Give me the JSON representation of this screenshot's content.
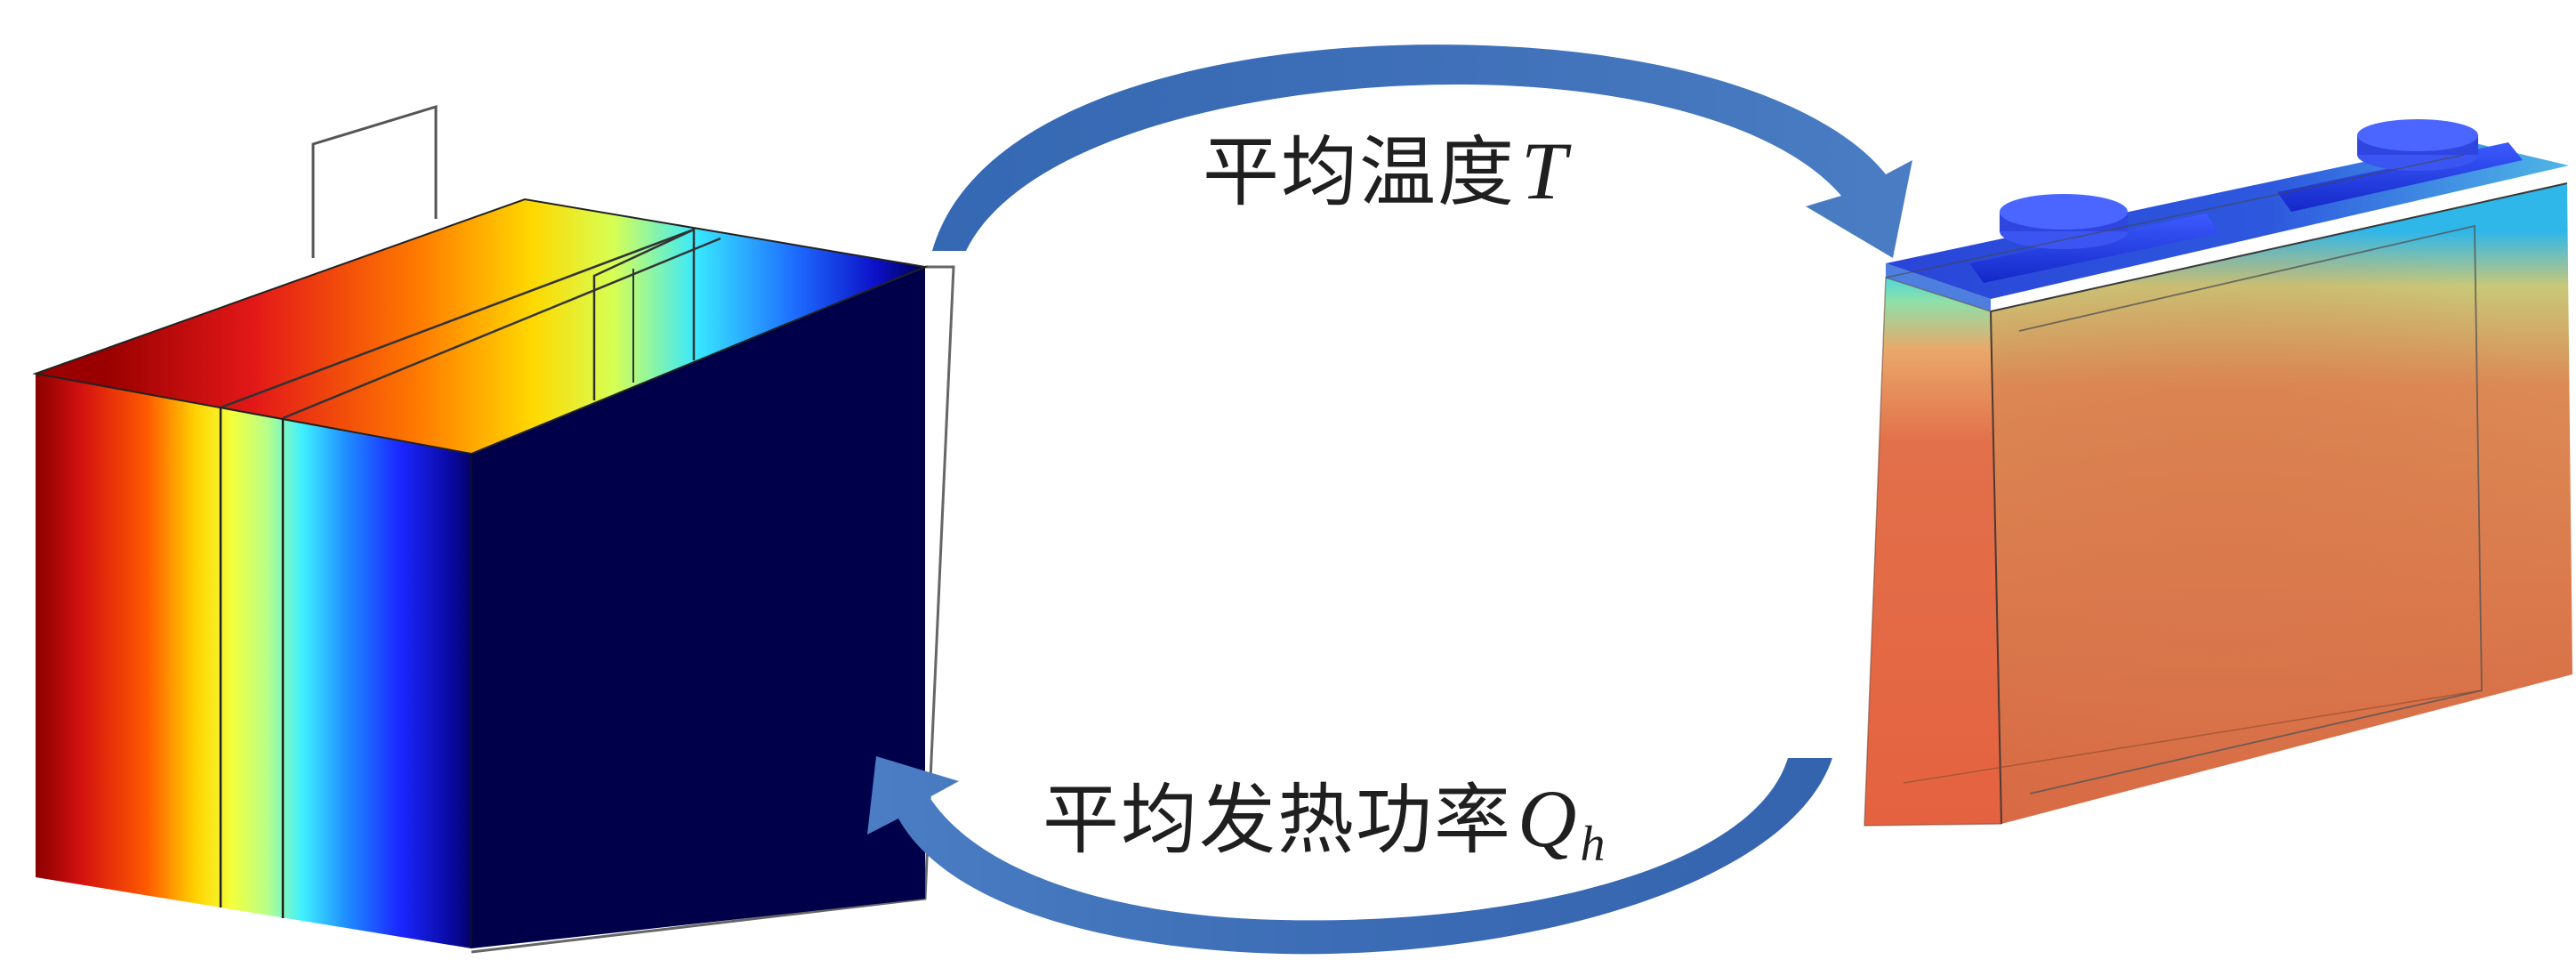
{
  "labels": {
    "top": {
      "text": "平均温度",
      "var": "T"
    },
    "bottom": {
      "text": "平均发热功率",
      "var": "Q",
      "sub": "h"
    }
  },
  "colors": {
    "arrow": "#3f6fb5",
    "arrow_light": "#6d93cf",
    "jet_dark_red": "#7f0000",
    "jet_red": "#e11b1b",
    "jet_yellow": "#fff200",
    "jet_cyan": "#35e0ff",
    "jet_blue": "#1b3cff",
    "jet_navy": "#00004d",
    "battery_orange": "#e86a3a",
    "battery_blue": "#2745d9"
  },
  "icons": {
    "left_model": "jet-colormap-cell-model",
    "right_model": "prismatic-battery-model",
    "top_arrow": "curved-arrow-right",
    "bottom_arrow": "curved-arrow-left"
  }
}
